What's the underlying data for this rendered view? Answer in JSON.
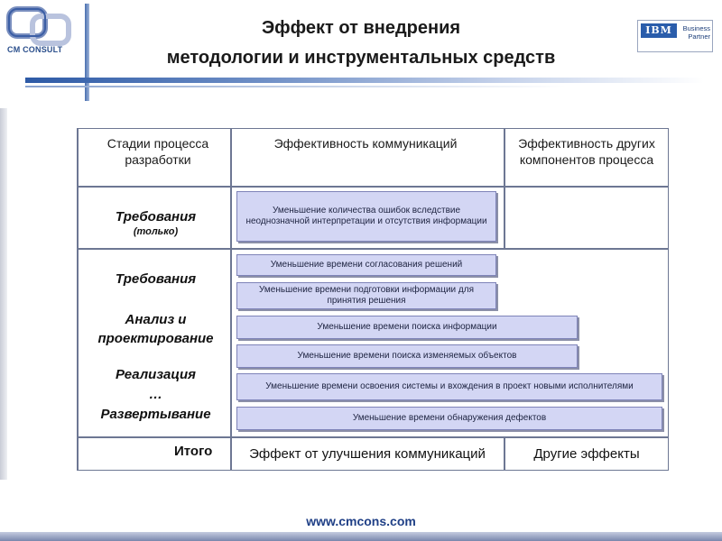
{
  "header": {
    "logo_text": "CM CONSULT",
    "title_line1": "Эффект от внедрения",
    "title_line2": "методологии и инструментальных средств",
    "ibm_mark": "IBM",
    "ibm_partner_line1": "Business",
    "ibm_partner_line2": "Partner"
  },
  "table": {
    "col_headers": [
      "Стадии процесса разработки",
      "Эффективность коммуникаций",
      "Эффективность других компонентов процесса"
    ],
    "row1_stage": "Требования",
    "row1_note": "(только)",
    "row2_stages": [
      "Требования",
      "Анализ и проектирование",
      "Реализация",
      "…",
      "Развертывание"
    ],
    "effects": [
      "Уменьшение количества ошибок вследствие неоднозначной интерпретации и отсутствия информации",
      "Уменьшение времени согласования решений",
      "Уменьшение времени подготовки информации для принятия решения",
      "Уменьшение времени поиска информации",
      "Уменьшение времени поиска изменяемых объектов",
      "Уменьшение времени освоения системы и вхождения в проект новыми исполнителями",
      "Уменьшение времени обнаружения дефектов"
    ],
    "total_label": "Итого",
    "total_comm": "Эффект от улучшения коммуникаций",
    "total_other": "Другие эффекты"
  },
  "footer": {
    "url": "www.cmcons.com"
  }
}
